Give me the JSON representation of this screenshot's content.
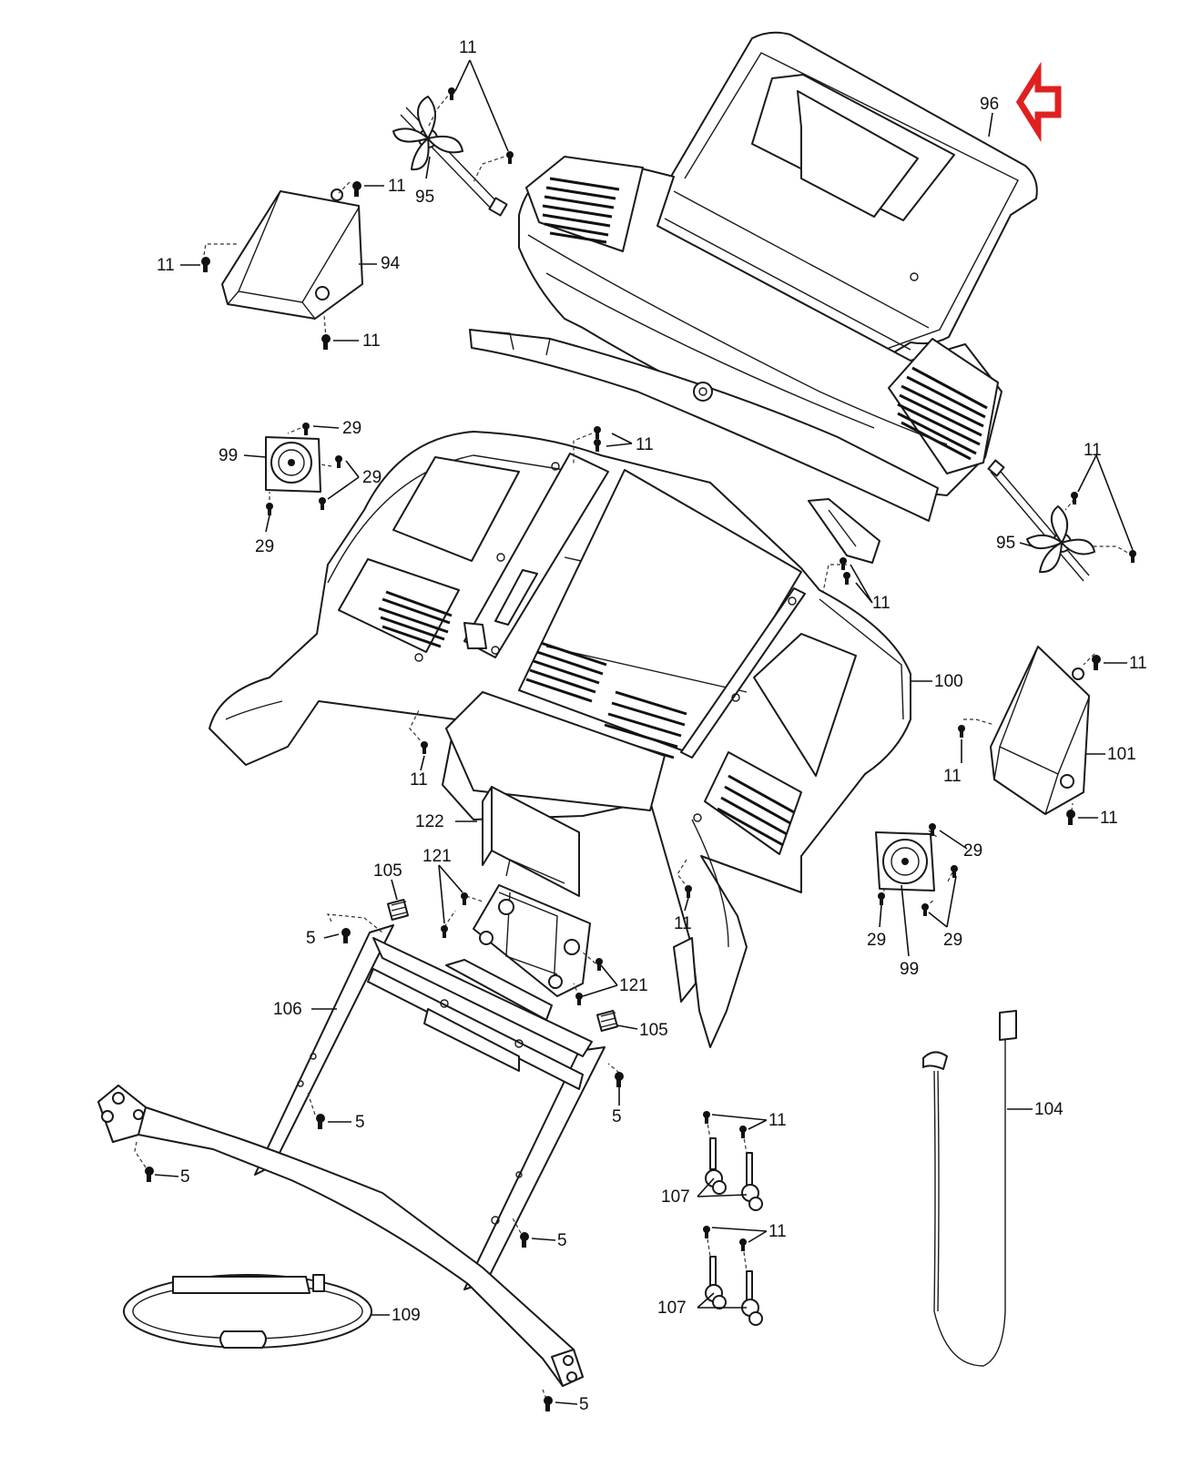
{
  "accent_color": "#e02020",
  "callouts": {
    "c96": "96",
    "fan_top_screws": "11",
    "fan_top": "95",
    "bin_left_top_screw": "11",
    "bin_left_side_screw": "11",
    "bin_left": "94",
    "bin_left_bottom_screw": "11",
    "speaker_left_top_screw": "29",
    "speaker_left": "99",
    "speaker_left_side_screws": "29",
    "speaker_left_bottom_screw": "29",
    "console_top_screws": "11",
    "fan_right_screws": "11",
    "fan_right": "95",
    "console_right_screws": "11",
    "console_base": "100",
    "bin_right_top_screw": "11",
    "bin_right_side_screw": "11",
    "bin_right": "101",
    "bin_right_bottom_screw": "11",
    "console_bottom_left_screw": "11",
    "bracket": "122",
    "bracket_screws_a": "121",
    "clip_left": "105",
    "upright_screw_left": "5",
    "console_bottom_right_screw": "11",
    "speaker_right_top_screw": "29",
    "speaker_right_left_screw": "29",
    "speaker_right_bottom_screws": "29",
    "speaker_right": "99",
    "bracket_screws_b": "121",
    "crossbar": "106",
    "clip_right": "105",
    "upright_screw_right": "5",
    "crossbar_screw": "5",
    "handlebar_screw_left": "5",
    "bolt_top_screws": "11",
    "bolts_top": "107",
    "bolt_bottom_screws": "11",
    "bolts_bottom": "107",
    "handlebar_screw_mid": "5",
    "chest_strap": "109",
    "handlebar_screw_bottom": "5",
    "wire": "104"
  }
}
